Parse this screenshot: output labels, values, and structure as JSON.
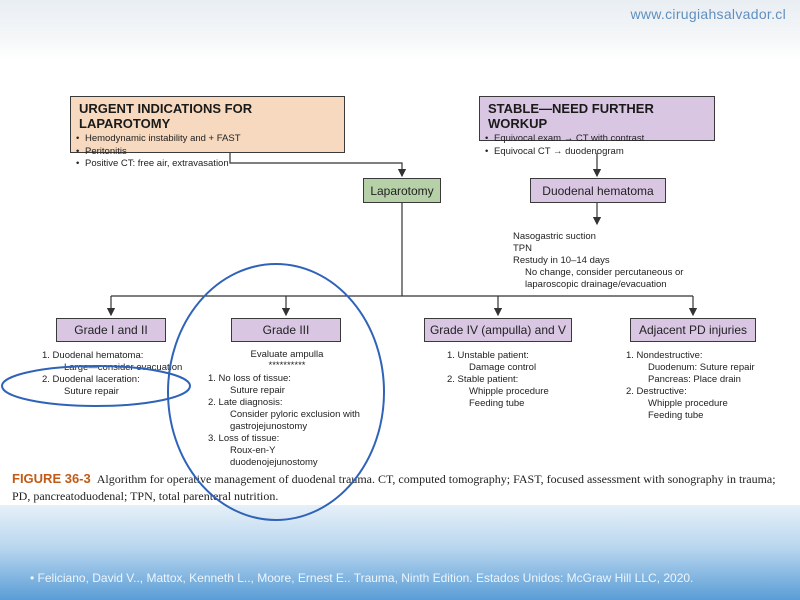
{
  "site": "www.cirugiahsalvador.cl",
  "urgent": {
    "title": "URGENT INDICATIONS FOR LAPAROTOMY",
    "items": [
      "Hemodynamic instability and + FAST",
      "Peritonitis",
      "Positive CT: free air, extravasation"
    ]
  },
  "stable": {
    "title": "STABLE—NEED FURTHER WORKUP",
    "items": [
      "Equivocal exam → CT with contrast",
      "Equivocal CT → duodenogram"
    ]
  },
  "laparotomy": "Laparotomy",
  "hematoma": "Duodenal hematoma",
  "hematoma_steps": [
    "Nasogastric suction",
    "TPN",
    "Restudy in 10–14 days",
    "No change, consider percutaneous or",
    "laparoscopic drainage/evacuation"
  ],
  "grades": {
    "g1": {
      "label": "Grade I and II",
      "lines": [
        "1.  Duodenal hematoma:",
        "Large—consider evacuation",
        "2.  Duodenal laceration:",
        "Suture repair"
      ]
    },
    "g3": {
      "label": "Grade III",
      "head": "Evaluate ampulla",
      "stars": "**********",
      "lines": [
        "1.  No loss of tissue:",
        "Suture repair",
        "2.  Late diagnosis:",
        "Consider pyloric exclusion with",
        "gastrojejunostomy",
        "3.  Loss of tissue:",
        "Roux-en-Y",
        "duodenojejunostomy"
      ]
    },
    "g4": {
      "label": "Grade IV (ampulla) and V",
      "lines": [
        "1.  Unstable patient:",
        "Damage control",
        "2.  Stable patient:",
        "Whipple procedure",
        "Feeding tube"
      ]
    },
    "pd": {
      "label": "Adjacent PD injuries",
      "lines": [
        "1.  Nondestructive:",
        "Duodenum: Suture repair",
        "Pancreas: Place drain",
        "2.  Destructive:",
        "Whipple procedure",
        "Feeding tube"
      ]
    }
  },
  "caption": {
    "figure": "FIGURE 36-3",
    "text": "Algorithm for operative management of duodenal trauma. CT, computed tomography; FAST, focused assessment with sonography in trauma; PD, pancreatoduodenal; TPN, total parenteral nutrition."
  },
  "reference": "•   Feliciano, David V.., Mattox, Kenneth L.., Moore, Ernest E.. Trauma, Ninth Edition. Estados Unidos: McGraw Hill LLC, 2020.",
  "colors": {
    "orange_box": "#f6d9bf",
    "purple_box": "#d9c6e3",
    "green_box": "#b6d1a8",
    "annotation": "#2f63b8",
    "figure_label": "#c25a17"
  }
}
